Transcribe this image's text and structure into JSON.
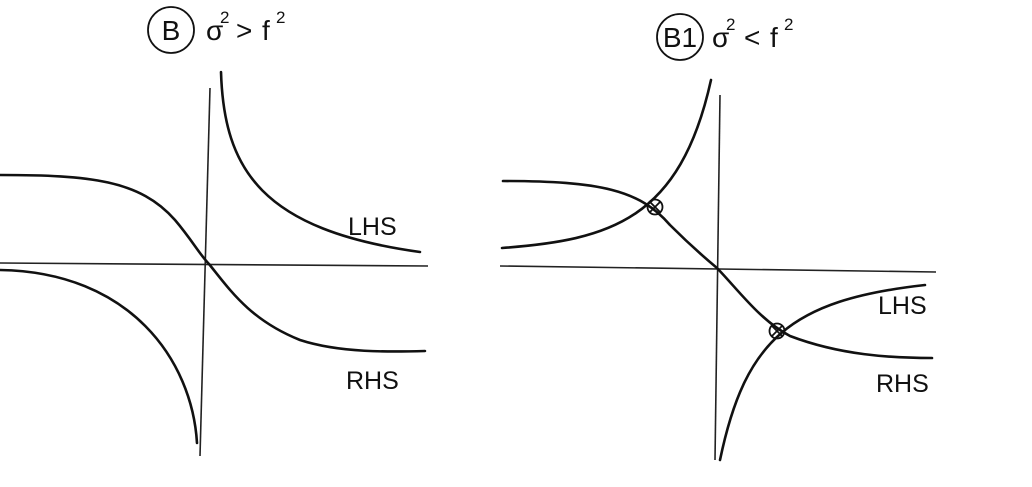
{
  "panels": [
    {
      "badge": "B",
      "condition": {
        "lhs_symbol": "σ",
        "lhs_exp": "2",
        "relation": ">",
        "rhs_symbol": "f",
        "rhs_exp": "2"
      },
      "curve_labels": {
        "lhs": "LHS",
        "rhs": "RHS"
      },
      "intersection_count": 0
    },
    {
      "badge": "B1",
      "condition": {
        "lhs_symbol": "σ",
        "lhs_exp": "2",
        "relation": "<",
        "rhs_symbol": "f",
        "rhs_exp": "2"
      },
      "curve_labels": {
        "lhs": "LHS",
        "rhs": "RHS"
      },
      "intersection_count": 2
    }
  ]
}
